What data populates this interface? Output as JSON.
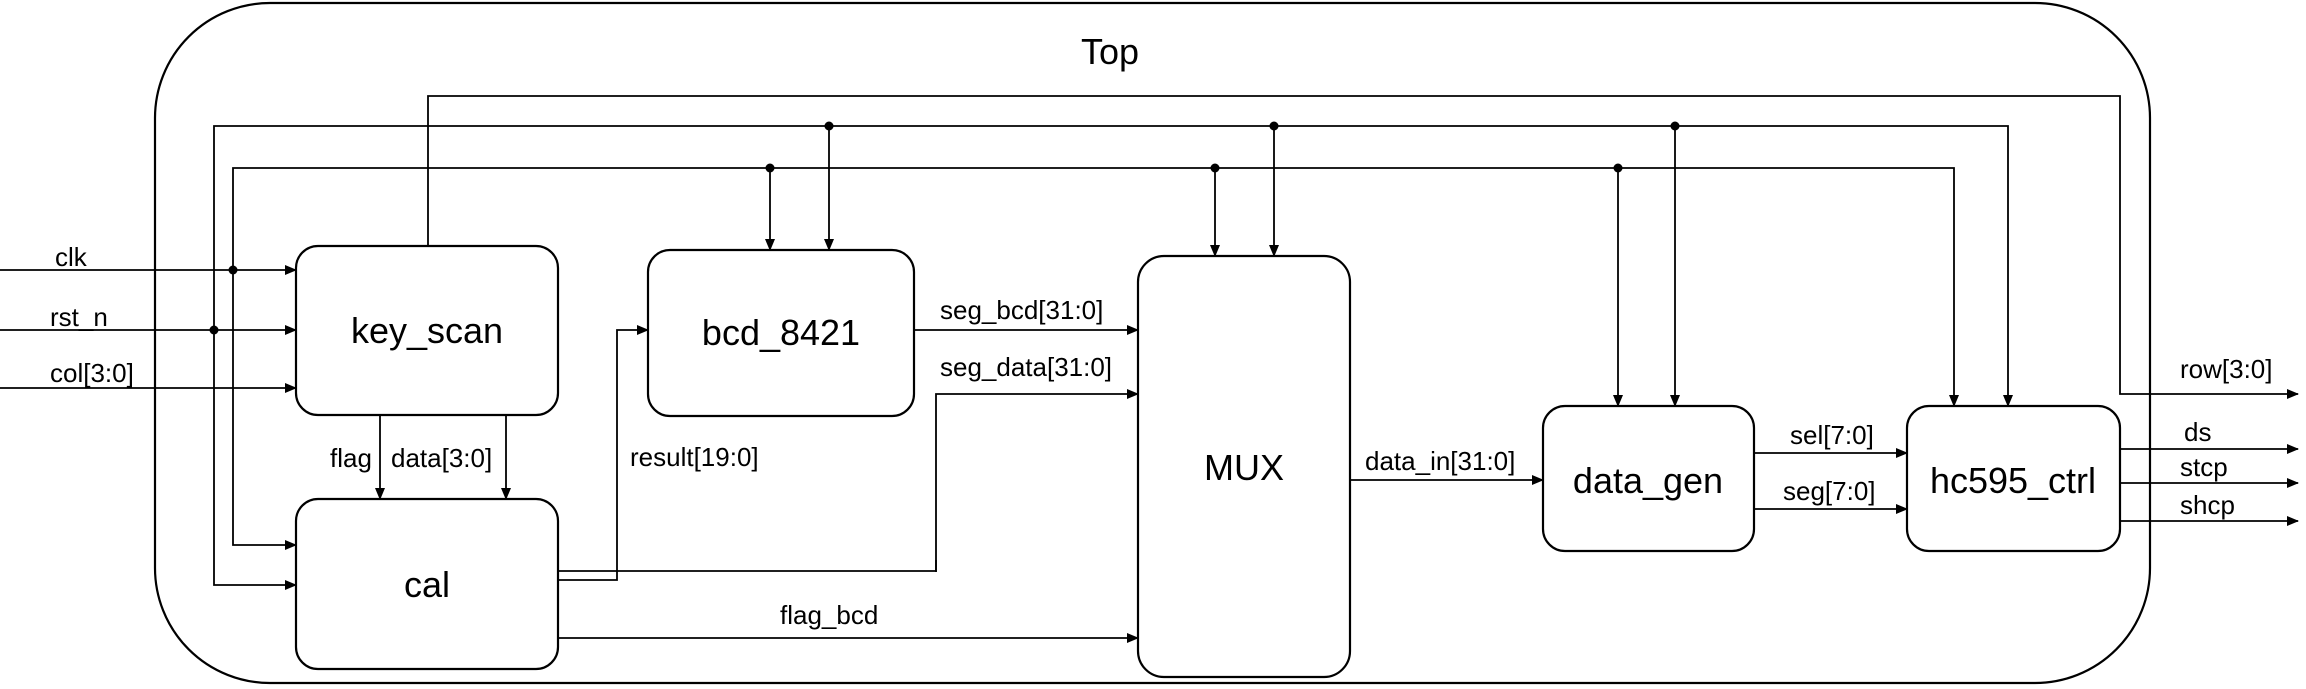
{
  "diagram": {
    "title": "Top",
    "blocks": {
      "key_scan": "key_scan",
      "bcd_8421": "bcd_8421",
      "cal": "cal",
      "mux": "MUX",
      "data_gen": "data_gen",
      "hc595_ctrl": "hc595_ctrl"
    },
    "signals": {
      "clk": "clk",
      "rst_n": "rst_n",
      "col": "col[3:0]",
      "flag": "flag",
      "data": "data[3:0]",
      "result": "result[19:0]",
      "seg_bcd": "seg_bcd[31:0]",
      "seg_data": "seg_data[31:0]",
      "flag_bcd": "flag_bcd",
      "data_in": "data_in[31:0]",
      "sel": "sel[7:0]",
      "seg": "seg[7:0]",
      "row": "row[3:0]",
      "ds": "ds",
      "stcp": "stcp",
      "shcp": "shcp"
    }
  }
}
